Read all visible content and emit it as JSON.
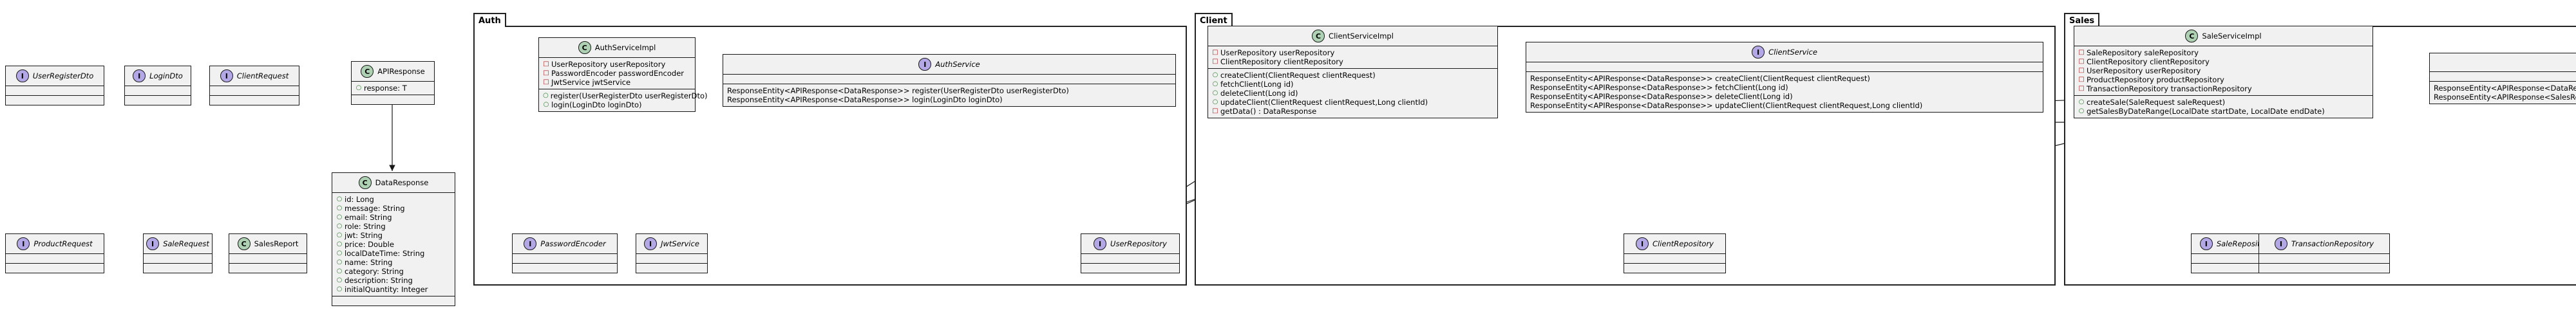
{
  "packages": {
    "auth": "Auth",
    "client": "Client",
    "sales": "Sales"
  },
  "classes": {
    "UserRegisterDto": {
      "name": "UserRegisterDto",
      "kind": "I"
    },
    "LoginDto": {
      "name": "LoginDto",
      "kind": "I"
    },
    "ClientRequest": {
      "name": "ClientRequest",
      "kind": "I"
    },
    "ProductRequest": {
      "name": "ProductRequest",
      "kind": "I"
    },
    "SaleRequest": {
      "name": "SaleRequest",
      "kind": "I"
    },
    "SalesReport": {
      "name": "SalesReport",
      "kind": "C"
    },
    "APIResponse": {
      "name": "APIResponse",
      "kind": "C",
      "fields": [
        "response: T"
      ]
    },
    "DataResponse": {
      "name": "DataResponse",
      "kind": "C",
      "fields": [
        "id: Long",
        "message: String",
        "email: String",
        "role: String",
        "jwt: String",
        "price: Double",
        "localDateTime: String",
        "name: String",
        "category: String",
        "description: String",
        "initialQuantity: Integer"
      ]
    },
    "AuthServiceImpl": {
      "name": "AuthServiceImpl",
      "kind": "C",
      "fields": [
        "UserRepository userRepository",
        "PasswordEncoder passwordEncoder",
        "JwtService jwtService"
      ],
      "methods": [
        "register(UserRegisterDto userRegisterDto)",
        "login(LoginDto loginDto)"
      ]
    },
    "AuthService": {
      "name": "AuthService",
      "kind": "I",
      "methods": [
        "ResponseEntity<APIResponse<DataResponse>> register(UserRegisterDto userRegisterDto)",
        "ResponseEntity<APIResponse<DataResponse>> login(LoginDto loginDto)"
      ]
    },
    "PasswordEncoder": {
      "name": "PasswordEncoder",
      "kind": "I"
    },
    "JwtService": {
      "name": "JwtService",
      "kind": "I"
    },
    "UserRepository": {
      "name": "UserRepository",
      "kind": "I"
    },
    "ClientServiceImpl": {
      "name": "ClientServiceImpl",
      "kind": "C",
      "fields": [
        "UserRepository userRepository",
        "ClientRepository clientRepository"
      ],
      "methods": [
        "createClient(ClientRequest clientRequest)",
        "fetchClient(Long id)",
        "deleteClient(Long id)",
        "updateClient(ClientRequest clientRequest,Long clientId)",
        "getData() : DataResponse"
      ]
    },
    "ClientService": {
      "name": "ClientService",
      "kind": "I",
      "methods": [
        "ResponseEntity<APIResponse<DataResponse>> createClient(ClientRequest clientRequest)",
        "ResponseEntity<APIResponse<DataResponse>> fetchClient(Long id)",
        "ResponseEntity<APIResponse<DataResponse>> deleteClient(Long id)",
        "ResponseEntity<APIResponse<DataResponse>> updateClient(ClientRequest clientRequest,Long clientId)"
      ]
    },
    "ClientRepository": {
      "name": "ClientRepository",
      "kind": "I"
    },
    "SaleServiceImpl": {
      "name": "SaleServiceImpl",
      "kind": "C",
      "fields": [
        "SaleRepository saleRepository",
        "ClientRepository clientRepository",
        "UserRepository userRepository",
        "ProductRepository productRepository",
        "TransactionRepository transactionRepository"
      ],
      "methods": [
        "createSale(SaleRequest saleRequest)",
        "getSalesByDateRange(LocalDate startDate, LocalDate endDate)"
      ]
    },
    "SaleService": {
      "name": "",
      "kind": "",
      "methods": [
        "ResponseEntity<APIResponse<DataResponse>",
        "ResponseEntity<APIResponse<SalesReport>>"
      ]
    },
    "SaleRepository": {
      "name": "SaleRepository",
      "kind": "I"
    },
    "TransactionRepository": {
      "name": "TransactionRepository",
      "kind": "I"
    }
  },
  "colors": {
    "interface_badge": "#b4a7e5",
    "class_badge": "#add1b2",
    "box_fill": "#f1f1f1",
    "line": "#181818"
  }
}
